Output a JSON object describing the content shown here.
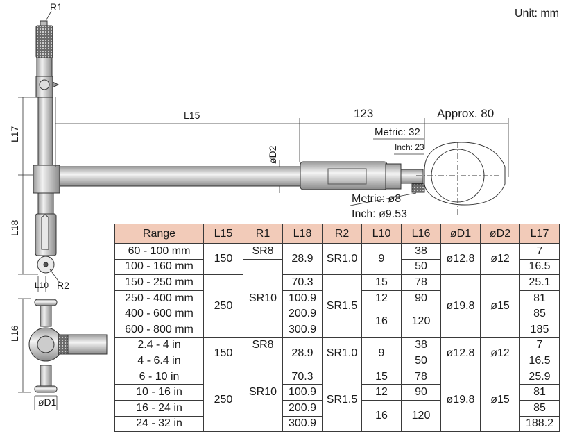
{
  "unit_label": "Unit: mm",
  "dimensions": {
    "r1": "R1",
    "r2": "R2",
    "l10": "L10",
    "l15": "L15",
    "l16": "L16",
    "l17": "L17",
    "l18": "L18",
    "d1": "øD1",
    "d2": "øD2",
    "d123": "123",
    "approx80": "Approx. 80",
    "metric32": "Metric: 32",
    "inch23": "Inch: 23",
    "metric8": "Metric: ø8",
    "inch953": "Inch: ø9.53"
  },
  "table": {
    "headers": [
      "Range",
      "L15",
      "R1",
      "L18",
      "R2",
      "L10",
      "L16",
      "øD1",
      "øD2",
      "L17"
    ],
    "ranges": [
      "60 - 100 mm",
      "100 - 160 mm",
      "150 - 250 mm",
      "250 - 400 mm",
      "400 - 600 mm",
      "600 - 800 mm",
      "2.4 - 4 in",
      "4 - 6.4 in",
      "6 - 10 in",
      "10 - 16 in",
      "16 - 24 in",
      "24 - 32 in"
    ],
    "l15": [
      "150",
      "250",
      "150",
      "250"
    ],
    "r1": [
      "SR8",
      "SR10",
      "SR8",
      "SR10"
    ],
    "l18": [
      "28.9",
      "70.3",
      "100.9",
      "200.9",
      "300.9",
      "28.9",
      "70.3",
      "100.9",
      "200.9",
      "300.9"
    ],
    "r2": [
      "SR1.0",
      "SR1.5",
      "SR1.0",
      "SR1.5"
    ],
    "l10": [
      "9",
      "15",
      "12",
      "16",
      "9",
      "15",
      "12",
      "16"
    ],
    "l16": [
      "38",
      "50",
      "78",
      "90",
      "120",
      "38",
      "50",
      "78",
      "90",
      "120"
    ],
    "d1": [
      "ø12.8",
      "ø19.8",
      "ø12.8",
      "ø19.8"
    ],
    "d2": [
      "ø12",
      "ø15",
      "ø12",
      "ø15"
    ],
    "l17": [
      "7",
      "16.5",
      "25.1",
      "81",
      "85",
      "185",
      "7",
      "16.5",
      "25.9",
      "81",
      "85",
      "188.2"
    ]
  }
}
